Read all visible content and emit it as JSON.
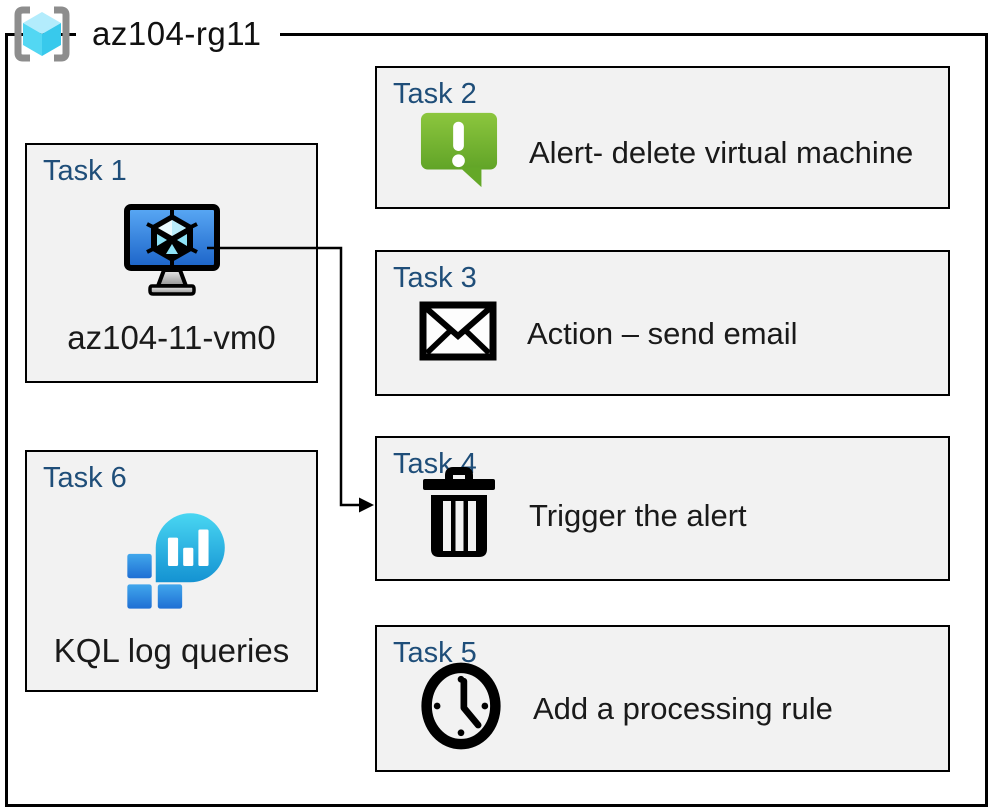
{
  "diagram": {
    "title": "az104-rg11",
    "title_icon": "resource-group-icon",
    "type": "azure-lab-task-diagram"
  },
  "colors": {
    "box_background": "#f2f2f2",
    "box_border": "#000000",
    "task_label": "#1f4e79",
    "caption_text": "#1a1a1a",
    "alert_green_top": "#8cc63e",
    "alert_green_bottom": "#61a427",
    "monitor_blue_top": "#5aa9f5",
    "monitor_blue_bottom": "#1b63c8",
    "cube_cyan": "#9fe6fa",
    "rg_bracket_gray": "#8d8d8d",
    "kql_teal_top": "#49d6f2",
    "kql_teal_bottom": "#1492d2",
    "kql_blue_top": "#41a7ec",
    "kql_blue_bottom": "#1f6fd4"
  },
  "tasks": [
    {
      "id": "task1",
      "label": "Task 1",
      "icon": "virtual-machine-monitor-icon",
      "text": "az104-11-vm0"
    },
    {
      "id": "task2",
      "label": "Task 2",
      "icon": "alert-icon",
      "text": "Alert- delete virtual machine"
    },
    {
      "id": "task3",
      "label": "Task 3",
      "icon": "email-icon",
      "text": "Action – send email"
    },
    {
      "id": "task4",
      "label": "Task 4",
      "icon": "trash-icon",
      "text": "Trigger the alert"
    },
    {
      "id": "task5",
      "label": "Task 5",
      "icon": "clock-icon",
      "text": "Add a processing rule"
    },
    {
      "id": "task6",
      "label": "Task 6",
      "icon": "kql-log-queries-icon",
      "text": "KQL log queries"
    }
  ],
  "connector": {
    "from": "task1",
    "to": "task4",
    "style": "elbow-arrow"
  }
}
